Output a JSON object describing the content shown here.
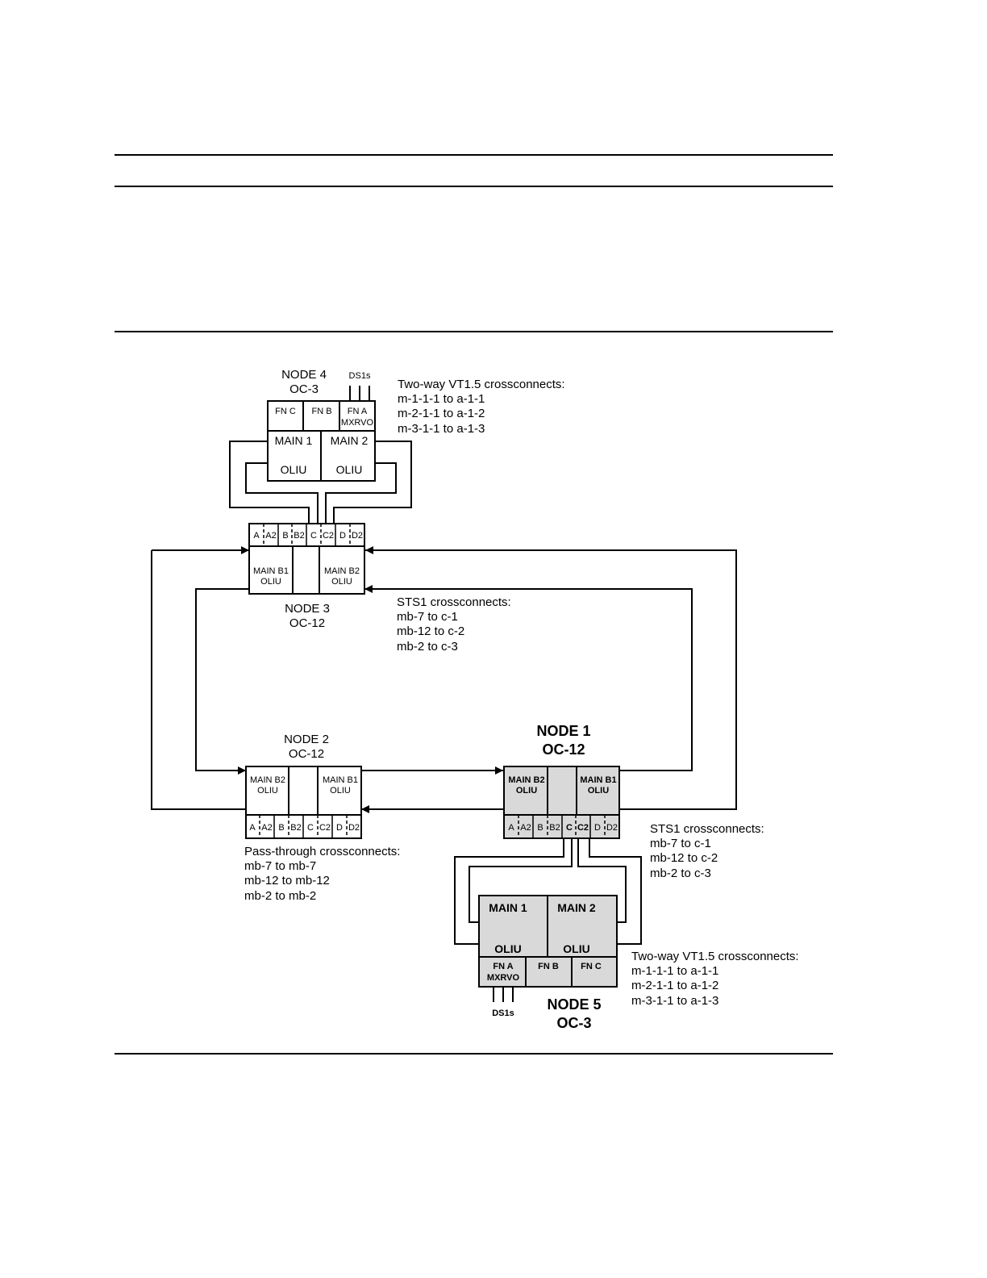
{
  "node4": {
    "title": "NODE 4",
    "rate": "OC-3",
    "ds1": "DS1s",
    "fn_c": "FN C",
    "fn_b": "FN B",
    "fn_a": "FN A",
    "mxrvo": "MXRVO",
    "main1": "MAIN 1",
    "main2": "MAIN 2",
    "oliu": "OLIU",
    "xc_title": "Two-way VT1.5 crossconnects:",
    "xc": [
      "m-1-1-1 to a-1-1",
      "m-2-1-1 to a-1-2",
      "m-3-1-1 to a-1-3"
    ]
  },
  "node3": {
    "title": "NODE 3",
    "rate": "OC-12",
    "slots": [
      "A",
      "A2",
      "B",
      "B2",
      "C",
      "C2",
      "D",
      "D2"
    ],
    "main_b1": "MAIN B1",
    "main_b2": "MAIN B2",
    "oliu": "OLIU",
    "xc_title": "STS1 crossconnects:",
    "xc": [
      "mb-7 to c-1",
      "mb-12 to c-2",
      "mb-2 to c-3"
    ]
  },
  "node2": {
    "title": "NODE 2",
    "rate": "OC-12",
    "slots": [
      "A",
      "A2",
      "B",
      "B2",
      "C",
      "C2",
      "D",
      "D2"
    ],
    "main_b2": "MAIN B2",
    "main_b1": "MAIN B1",
    "oliu": "OLIU",
    "xc_title": "Pass-through crossconnects:",
    "xc": [
      "mb-7 to mb-7",
      "mb-12 to mb-12",
      "mb-2 to mb-2"
    ]
  },
  "node1": {
    "title": "NODE 1",
    "rate": "OC-12",
    "slots": [
      "A",
      "A2",
      "B",
      "B2",
      "C",
      "C2",
      "D",
      "D2"
    ],
    "main_b2": "MAIN B2",
    "main_b1": "MAIN B1",
    "oliu": "OLIU",
    "xc_title": "STS1 crossconnects:",
    "xc": [
      "mb-7 to c-1",
      "mb-12 to c-2",
      "mb-2 to c-3"
    ]
  },
  "node5": {
    "title": "NODE 5",
    "rate": "OC-3",
    "ds1": "DS1s",
    "main1": "MAIN 1",
    "main2": "MAIN 2",
    "oliu": "OLIU",
    "fn_a": "FN A",
    "mxrvo": "MXRVO",
    "fn_b": "FN B",
    "fn_c": "FN C",
    "xc_title": "Two-way VT1.5 crossconnects:",
    "xc": [
      "m-1-1-1 to a-1-1",
      "m-2-1-1 to a-1-2",
      "m-3-1-1 to a-1-3"
    ]
  }
}
